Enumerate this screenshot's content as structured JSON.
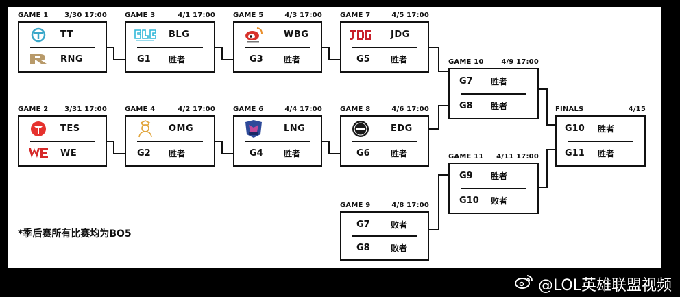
{
  "note": "*季后赛所有比赛均为BO5",
  "watermark": "@LOL英雄联盟视频",
  "games": {
    "g1": {
      "label": "GAME 1",
      "date": "3/30 17:00",
      "rows": [
        {
          "text": "TT"
        },
        {
          "text": "RNG"
        }
      ]
    },
    "g2": {
      "label": "GAME 2",
      "date": "3/31 17:00",
      "rows": [
        {
          "text": "TES"
        },
        {
          "text": "WE"
        }
      ]
    },
    "g3": {
      "label": "GAME 3",
      "date": "4/1 17:00",
      "rows": [
        {
          "text": "BLG"
        },
        {
          "text": "G1",
          "tag": "胜者"
        }
      ]
    },
    "g4": {
      "label": "GAME 4",
      "date": "4/2 17:00",
      "rows": [
        {
          "text": "OMG"
        },
        {
          "text": "G2",
          "tag": "胜者"
        }
      ]
    },
    "g5": {
      "label": "GAME 5",
      "date": "4/3 17:00",
      "rows": [
        {
          "text": "WBG"
        },
        {
          "text": "G3",
          "tag": "胜者"
        }
      ]
    },
    "g6": {
      "label": "GAME 6",
      "date": "4/4 17:00",
      "rows": [
        {
          "text": "LNG"
        },
        {
          "text": "G4",
          "tag": "胜者"
        }
      ]
    },
    "g7": {
      "label": "GAME 7",
      "date": "4/5 17:00",
      "rows": [
        {
          "text": "JDG"
        },
        {
          "text": "G5",
          "tag": "胜者"
        }
      ]
    },
    "g8": {
      "label": "GAME 8",
      "date": "4/6 17:00",
      "rows": [
        {
          "text": "EDG"
        },
        {
          "text": "G6",
          "tag": "胜者"
        }
      ]
    },
    "g9": {
      "label": "GAME 9",
      "date": "4/8 17:00",
      "rows": [
        {
          "text": "G7",
          "tag": "败者"
        },
        {
          "text": "G8",
          "tag": "败者"
        }
      ]
    },
    "g10": {
      "label": "GAME 10",
      "date": "4/9 17:00",
      "rows": [
        {
          "text": "G7",
          "tag": "胜者"
        },
        {
          "text": "G8",
          "tag": "胜者"
        }
      ]
    },
    "g11": {
      "label": "GAME 11",
      "date": "4/11 17:00",
      "rows": [
        {
          "text": "G9",
          "tag": "胜者"
        },
        {
          "text": "G10",
          "tag": "败者"
        }
      ]
    },
    "finals": {
      "label": "FINALS",
      "date": "4/15",
      "rows": [
        {
          "text": "G10",
          "tag": "胜者"
        },
        {
          "text": "G11",
          "tag": "胜者"
        }
      ]
    }
  },
  "logos": {
    "tt": {
      "icon": "tt-logo-icon",
      "color": "#3aa7c9"
    },
    "rng": {
      "icon": "rng-logo-icon",
      "color": "#b89a6a"
    },
    "tes": {
      "icon": "tes-logo-icon",
      "color": "#e6322e"
    },
    "we": {
      "icon": "we-logo-icon",
      "color": "#d62a2a"
    },
    "blg": {
      "icon": "blg-logo-icon",
      "color": "#2fb7d8"
    },
    "omg": {
      "icon": "omg-logo-icon",
      "color": "#e1a43a"
    },
    "wbg": {
      "icon": "wbg-logo-icon",
      "color": "#d8322b"
    },
    "lng": {
      "icon": "lng-logo-icon",
      "color": "#2e4a9a"
    },
    "jdg": {
      "icon": "jdg-logo-icon",
      "color": "#c8202a"
    },
    "edg": {
      "icon": "edg-logo-icon",
      "color": "#1a1a1a"
    }
  }
}
